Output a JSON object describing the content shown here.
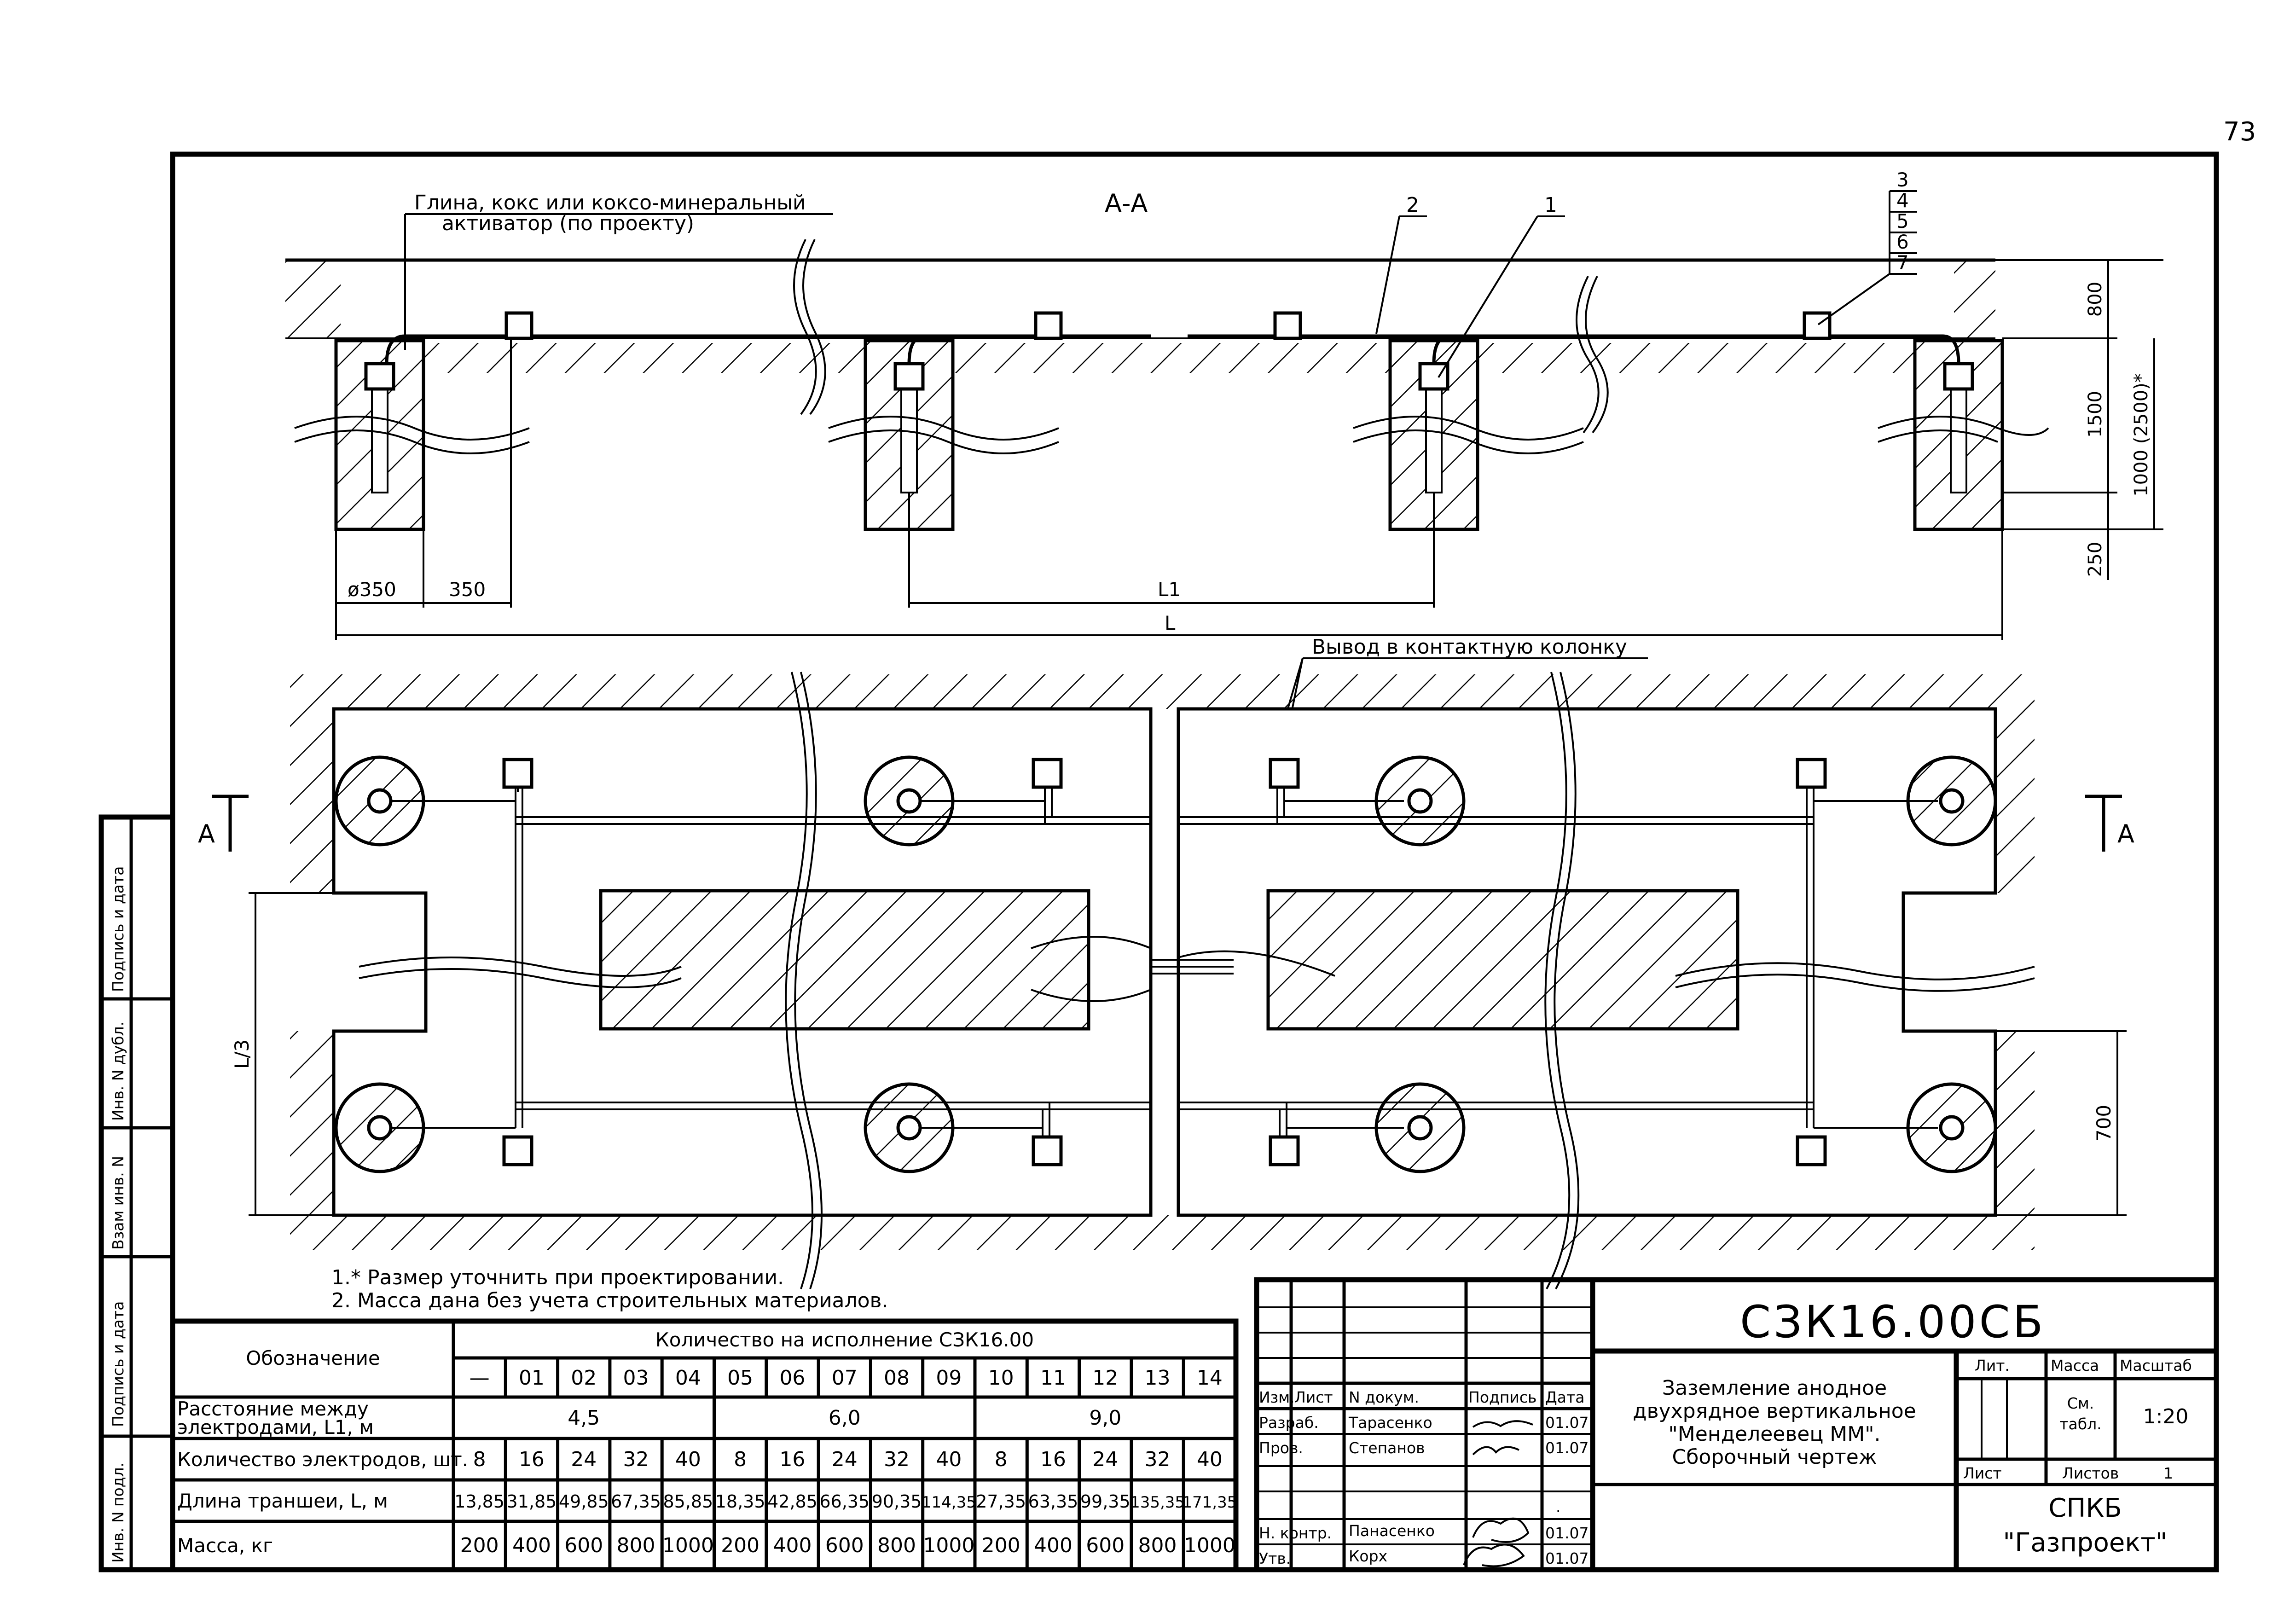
{
  "page_number": "73",
  "section": {
    "title": "А-А",
    "marker_left": "А",
    "marker_right": "А",
    "fill_note_line1": "Глина, кокс или коксо-минеральный",
    "fill_note_line2": "активатор (по проекту)",
    "callouts": [
      "1",
      "2",
      "3",
      "4",
      "5",
      "6",
      "7"
    ],
    "dimensions": {
      "diameter": "ø350",
      "offset": "350",
      "spacing": "L1",
      "length": "L",
      "dim_800": "800",
      "dim_1500": "1500",
      "dim_250": "250",
      "dim_depth": "1000 (2500)*",
      "dim_700": "700",
      "dim_L3": "L/3"
    }
  },
  "plan": {
    "lead_note": "Вывод в контактную колонку"
  },
  "notes": [
    "1.* Размер уточнить при проектировании.",
    "2. Масса дана без учета строительных материалов."
  ],
  "spec_table": {
    "designation_header": "Обозначение",
    "group_header": "Количество на исполнение СЗК16.00",
    "variants": [
      "—",
      "01",
      "02",
      "03",
      "04",
      "05",
      "06",
      "07",
      "08",
      "09",
      "10",
      "11",
      "12",
      "13",
      "14"
    ],
    "rows": [
      {
        "label_line1": "Расстояние между",
        "label_line2": "электродами, L1, м",
        "groups": [
          "4,5",
          "6,0",
          "9,0"
        ]
      },
      {
        "label": "Количество электродов, шт.",
        "values": [
          "8",
          "16",
          "24",
          "32",
          "40",
          "8",
          "16",
          "24",
          "32",
          "40",
          "8",
          "16",
          "24",
          "32",
          "40"
        ]
      },
      {
        "label": "Длина траншеи, L, м",
        "values": [
          "13,85",
          "31,85",
          "49,85",
          "67,35",
          "85,85",
          "18,35",
          "42,85",
          "66,35",
          "90,35",
          "114,35",
          "27,35",
          "63,35",
          "99,35",
          "135,35",
          "171,35"
        ]
      },
      {
        "label": "Масса, кг",
        "values": [
          "200",
          "400",
          "600",
          "800",
          "1000",
          "200",
          "400",
          "600",
          "800",
          "1000",
          "200",
          "400",
          "600",
          "800",
          "1000"
        ]
      }
    ]
  },
  "side_stamp": [
    "Инв. N подл.",
    "Подпись и дата",
    "Взам инв. N",
    "Инв. N дубл.",
    "Подпись и дата"
  ],
  "title_block": {
    "doc_code": "СЗК16.00СБ",
    "headers": [
      "Изм.",
      "Лист",
      "N докум.",
      "Подпись",
      "Дата"
    ],
    "roles": [
      {
        "role": "Разраб.",
        "name": "Тарасенко",
        "date": "01.07"
      },
      {
        "role": "Пров.",
        "name": "Степанов",
        "date": "01.07"
      },
      {
        "role": "",
        "name": "",
        "date": "."
      },
      {
        "role": "Н. контр.",
        "name": "Панасенко",
        "date": "01.07"
      },
      {
        "role": "Утв.",
        "name": "Корх",
        "date": "01.07"
      }
    ],
    "title_lines": [
      "Заземление анодное",
      "двухрядное вертикальное",
      "\"Менделеевец ММ\".",
      "Сборочный чертеж"
    ],
    "lit": "Лит.",
    "mass": "Масса",
    "scale": "Масштаб",
    "mass_value_line1": "См.",
    "mass_value_line2": "табл.",
    "scale_value": "1:20",
    "sheet": "Лист",
    "sheets": "Листов",
    "sheets_value": "1",
    "org_line1": "СПКБ",
    "org_line2": "\"Газпроект\""
  }
}
